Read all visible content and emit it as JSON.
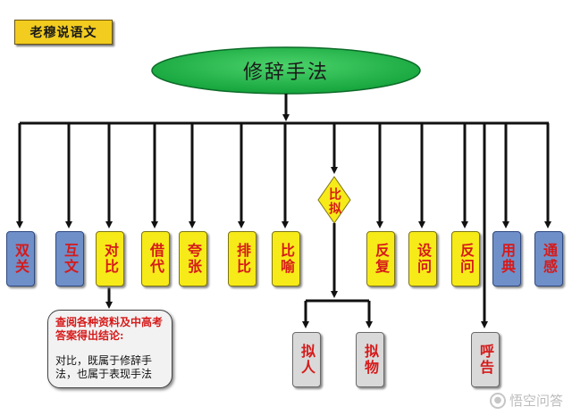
{
  "title_tag": "老穆说语文",
  "center": "修辞手法",
  "top_row": [
    {
      "label": "双关",
      "color": "blue"
    },
    {
      "label": "互文",
      "color": "blue"
    },
    {
      "label": "对比",
      "color": "yellow"
    },
    {
      "label": "借代",
      "color": "yellow"
    },
    {
      "label": "夸张",
      "color": "yellow"
    },
    {
      "label": "排比",
      "color": "yellow"
    },
    {
      "label": "比喻",
      "color": "yellow"
    },
    {
      "label": "反复",
      "color": "yellow"
    },
    {
      "label": "设问",
      "color": "yellow"
    },
    {
      "label": "反问",
      "color": "yellow"
    },
    {
      "label": "用典",
      "color": "blue"
    },
    {
      "label": "通感",
      "color": "blue"
    }
  ],
  "decision": "比拟",
  "sub_items": [
    "拟人",
    "拟物"
  ],
  "standalone": "呼告",
  "note": {
    "heading": "查阅各种资料及中高考答案得出结论:",
    "body": "对比，既属于修辞手法，也属于表现手法"
  },
  "watermark": "悟空问答",
  "colors": {
    "blue": "#6f8fc9",
    "yellow": "#f7ea19",
    "gray": "#d9d9d9",
    "ellipse": "#1fb84a",
    "text_red": "#d61a1a"
  }
}
